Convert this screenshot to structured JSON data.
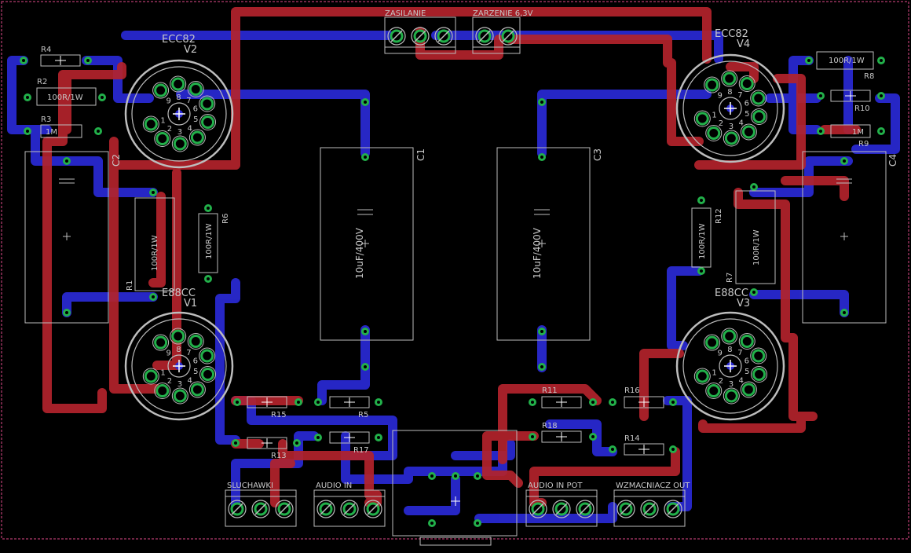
{
  "board": {
    "colors": {
      "background": "#000000",
      "top_trace": "#b3232c",
      "bottom_trace": "#2a2ad6",
      "pad": "#22b04a",
      "silkscreen": "#bdbdbd",
      "border": "#e04a8a"
    }
  },
  "tubes": {
    "v2": {
      "type": "ECC82",
      "ref": "V2"
    },
    "v4": {
      "type": "ECC82",
      "ref": "V4"
    },
    "v1": {
      "type": "E88CC",
      "ref": "V1"
    },
    "v3": {
      "type": "E88CC",
      "ref": "V3"
    },
    "pin_numbers": [
      "1",
      "2",
      "3",
      "4",
      "5",
      "6",
      "7",
      "8",
      "9"
    ]
  },
  "capacitors": {
    "c1": {
      "ref": "C1",
      "value": "10uF/400V"
    },
    "c3": {
      "ref": "C3",
      "value": "10uF/400V"
    },
    "c2": {
      "ref": "C2"
    },
    "c4": {
      "ref": "C4"
    }
  },
  "resistors": {
    "r1": {
      "ref": "R1",
      "value": "100R/1W"
    },
    "r2": {
      "ref": "R2",
      "value": "100R/1W"
    },
    "r3": {
      "ref": "R3",
      "value": "1M"
    },
    "r4": {
      "ref": "R4"
    },
    "r5": {
      "ref": "R5"
    },
    "r6": {
      "ref": "R6",
      "value": "100R/1W"
    },
    "r7": {
      "ref": "R7",
      "value": "100R/1W"
    },
    "r8": {
      "ref": "R8",
      "value": "100R/1W"
    },
    "r9": {
      "ref": "R9",
      "value": "1M"
    },
    "r10": {
      "ref": "R10"
    },
    "r11": {
      "ref": "R11"
    },
    "r12": {
      "ref": "R12",
      "value": "100R/1W"
    },
    "r13": {
      "ref": "R13"
    },
    "r14": {
      "ref": "R14"
    },
    "r15": {
      "ref": "R15"
    },
    "r16": {
      "ref": "R16"
    },
    "r17": {
      "ref": "R17"
    },
    "r18": {
      "ref": "R18"
    }
  },
  "connectors": {
    "power": "ZASILANIE",
    "heater": "ZARZENIE 6,3V",
    "headphones": "SLUCHAWKI",
    "audio_in": "AUDIO IN",
    "audio_in_pot": "AUDIO IN POT",
    "amp_out": "WZMACNIACZ OUT"
  }
}
